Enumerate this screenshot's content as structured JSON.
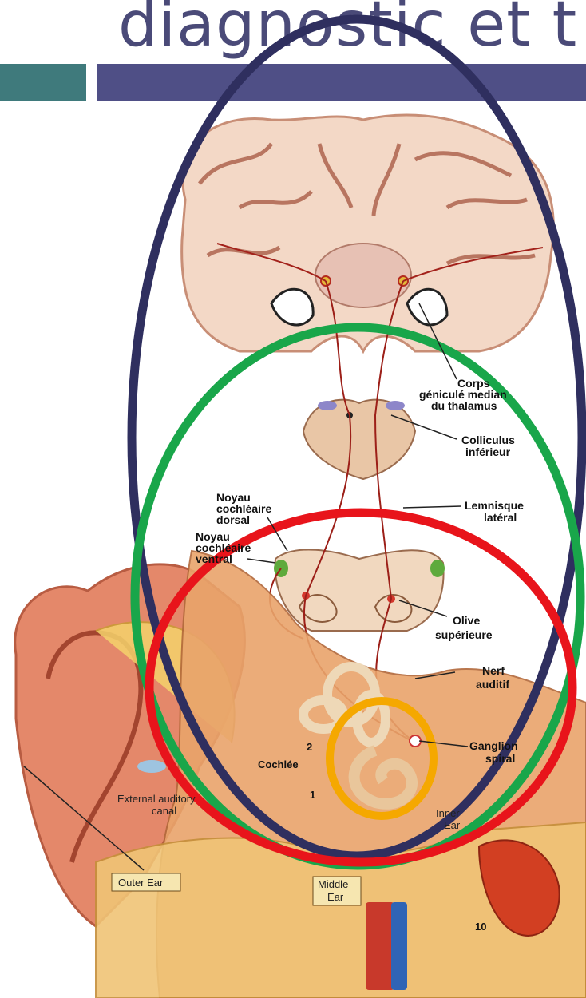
{
  "slide": {
    "title": "diagnostic et t",
    "colors": {
      "title": "#4a4a78",
      "bar_left": "#3f7a7c",
      "bar_right": "#4f4f86"
    }
  },
  "labels": {
    "corps_genicule_1": "Corps",
    "corps_genicule_2": "géniculé median",
    "corps_genicule_3": "du thalamus",
    "colliculus_1": "Colliculus",
    "colliculus_2": "inférieur",
    "lemnisque_1": "Lemnisque",
    "lemnisque_2": "latéral",
    "noyau_dorsal_1": "Noyau",
    "noyau_dorsal_2": "cochléaire",
    "noyau_dorsal_3": "dorsal",
    "noyau_ventral_1": "Noyau",
    "noyau_ventral_2": "cochléaire",
    "noyau_ventral_3": "ventral",
    "olive_1": "Olive",
    "olive_2": "supérieure",
    "nerf_1": "Nerf",
    "nerf_2": "auditif",
    "ganglion_1": "Ganglion",
    "ganglion_2": "spiral",
    "cochlee": "Cochlée",
    "external_canal_1": "External auditory",
    "external_canal_2": "canal",
    "outer_ear": "Outer Ear",
    "middle_ear_1": "Middle",
    "middle_ear_2": "Ear",
    "inner_ear_1": "Inner",
    "inner_ear_2": "Ear",
    "num_1": "1",
    "num_2": "2",
    "num_10": "10"
  },
  "overlays": {
    "navy_ellipse": "#2f2f5f",
    "green_ellipse": "#19a64a",
    "red_ellipse": "#e8141b",
    "orange_ellipse": "#f5a800"
  }
}
